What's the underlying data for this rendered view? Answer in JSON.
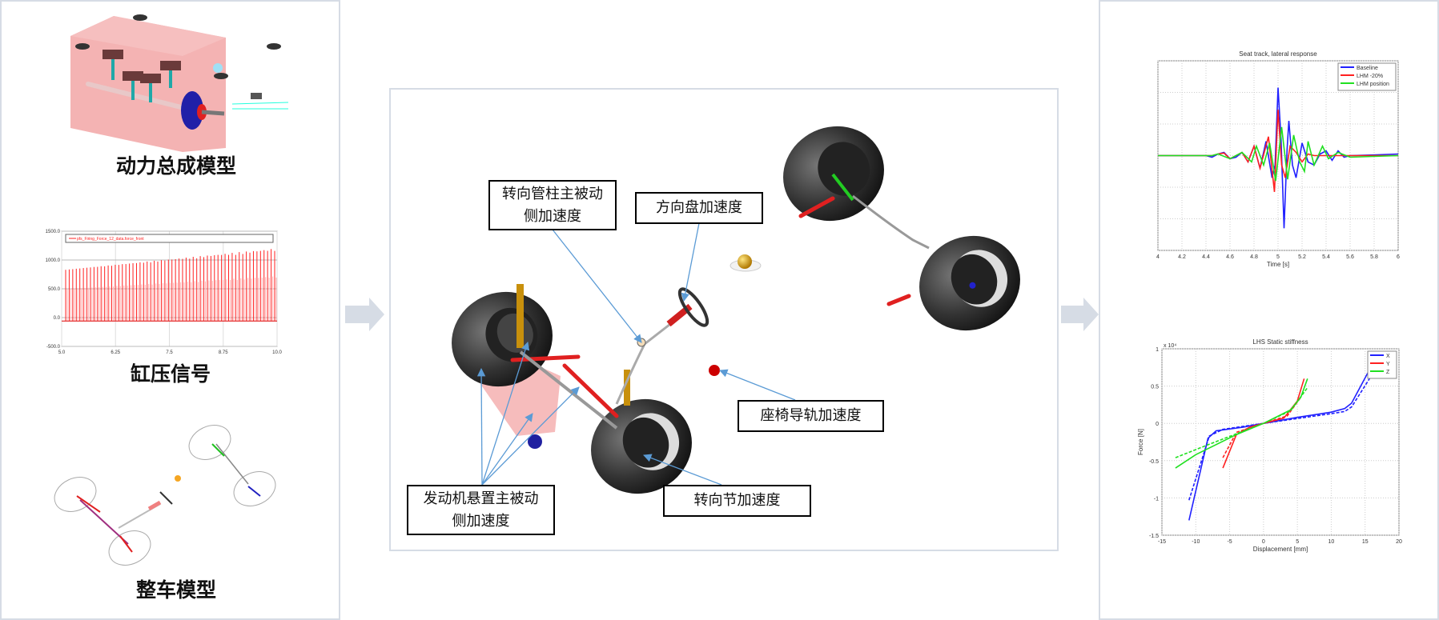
{
  "left_panel": {
    "powertrain_title": "动力总成模型",
    "cylinder_title": "缸压信号",
    "vehicle_title": "整车模型"
  },
  "center_panel": {
    "callouts": {
      "steering_column": "转向管柱主被动侧加速度",
      "steering_wheel": "方向盘加速度",
      "seat_rail": "座椅导轨加速度",
      "knuckle": "转向节加速度",
      "engine_mount": "发动机悬置主被动侧加速度"
    }
  },
  "colors": {
    "arrow": "#5b9bd5",
    "panel_border": "#d6dce5",
    "flow_arrow": "#d6dce5"
  },
  "chart_data": [
    {
      "id": "cylinder",
      "type": "line",
      "title": "",
      "legend": [
        "pfs_Firing_Force_12_data.force_front"
      ],
      "xlim": [
        5,
        10
      ],
      "ylim": [
        -500,
        1500
      ],
      "xticks": [
        "5.0",
        "6.25",
        "7.5",
        "8.75",
        "10.0"
      ],
      "yticks": [
        "1500.0",
        "1000.0",
        "500.0",
        "0.0",
        "-500.0"
      ],
      "spike_count": 60,
      "peak_start": 830,
      "peak_end": 1200,
      "baseline": -60
    },
    {
      "id": "seat_track",
      "type": "line",
      "title": "Seat track, lateral response",
      "xlabel": "Time [s]",
      "ylabel": "",
      "xlim": [
        4,
        6
      ],
      "ylim": [
        -3,
        3
      ],
      "xticks": [
        "4",
        "4.2",
        "4.4",
        "4.6",
        "4.8",
        "5",
        "5.2",
        "5.4",
        "5.6",
        "5.8",
        "6"
      ],
      "legend_position": "top-right",
      "series": [
        {
          "name": "Baseline",
          "color": "#2020ff",
          "points": [
            [
              4,
              0
            ],
            [
              4.4,
              0
            ],
            [
              4.45,
              -0.05
            ],
            [
              4.5,
              0.05
            ],
            [
              4.55,
              0.1
            ],
            [
              4.6,
              -0.1
            ],
            [
              4.65,
              -0.05
            ],
            [
              4.7,
              0.1
            ],
            [
              4.75,
              -0.2
            ],
            [
              4.8,
              0.3
            ],
            [
              4.85,
              -0.4
            ],
            [
              4.9,
              0.45
            ],
            [
              4.95,
              -0.7
            ],
            [
              4.975,
              -0.3
            ],
            [
              5.0,
              2.15
            ],
            [
              5.025,
              0.5
            ],
            [
              5.05,
              -2.3
            ],
            [
              5.075,
              0.2
            ],
            [
              5.09,
              1.1
            ],
            [
              5.12,
              -0.3
            ],
            [
              5.15,
              -0.7
            ],
            [
              5.2,
              0.4
            ],
            [
              5.25,
              -0.2
            ],
            [
              5.3,
              -0.3
            ],
            [
              5.35,
              0.05
            ],
            [
              5.4,
              0.15
            ],
            [
              5.45,
              -0.15
            ],
            [
              5.5,
              0.15
            ],
            [
              5.55,
              -0.05
            ],
            [
              5.6,
              0
            ],
            [
              5.8,
              0.02
            ],
            [
              6,
              0.05
            ]
          ]
        },
        {
          "name": "LHM -20%",
          "color": "#ff2020",
          "points": [
            [
              4,
              0
            ],
            [
              4.45,
              0
            ],
            [
              4.5,
              0.05
            ],
            [
              4.55,
              0.08
            ],
            [
              4.6,
              -0.1
            ],
            [
              4.7,
              0.1
            ],
            [
              4.75,
              -0.2
            ],
            [
              4.8,
              0.3
            ],
            [
              4.85,
              -0.4
            ],
            [
              4.92,
              0.6
            ],
            [
              4.97,
              -1.15
            ],
            [
              5.0,
              1.45
            ],
            [
              5.03,
              -0.3
            ],
            [
              5.06,
              -0.7
            ],
            [
              5.1,
              0.3
            ],
            [
              5.15,
              0.1
            ],
            [
              5.2,
              -0.2
            ],
            [
              5.25,
              0.05
            ],
            [
              5.3,
              0
            ],
            [
              5.5,
              0
            ],
            [
              6,
              0
            ]
          ]
        },
        {
          "name": "LHM position",
          "color": "#20e020",
          "points": [
            [
              4,
              0
            ],
            [
              4.45,
              0
            ],
            [
              4.5,
              0.05
            ],
            [
              4.6,
              -0.1
            ],
            [
              4.7,
              0.1
            ],
            [
              4.78,
              -0.2
            ],
            [
              4.82,
              0.3
            ],
            [
              4.88,
              -0.3
            ],
            [
              4.93,
              0.4
            ],
            [
              4.98,
              -0.8
            ],
            [
              5.03,
              0.9
            ],
            [
              5.08,
              -0.75
            ],
            [
              5.13,
              0.65
            ],
            [
              5.18,
              -0.2
            ],
            [
              5.22,
              -0.5
            ],
            [
              5.25,
              0.45
            ],
            [
              5.3,
              -0.3
            ],
            [
              5.37,
              0.3
            ],
            [
              5.42,
              -0.1
            ],
            [
              5.5,
              0.1
            ],
            [
              5.6,
              -0.05
            ],
            [
              6,
              0
            ]
          ]
        }
      ]
    },
    {
      "id": "static_stiffness",
      "type": "line",
      "title": "LHS Static stiffness",
      "xlabel": "Displacement [mm]",
      "ylabel": "Force [N]",
      "y_multiplier": "x 10⁴",
      "xlim": [
        -15,
        20
      ],
      "ylim": [
        -1.5,
        1
      ],
      "xticks": [
        "-15",
        "-10",
        "-5",
        "0",
        "5",
        "10",
        "15",
        "20"
      ],
      "yticks": [
        "1",
        "0.5",
        "0",
        "-0.5",
        "-1",
        "-1.5"
      ],
      "legend_position": "top-right",
      "series": [
        {
          "name": "X",
          "color": "#2020ff",
          "dashed": false,
          "points": [
            [
              -11,
              -1.3
            ],
            [
              -8.2,
              -0.2
            ],
            [
              -7,
              -0.1
            ],
            [
              -3,
              -0.05
            ],
            [
              0,
              0
            ],
            [
              5,
              0.08
            ],
            [
              10,
              0.15
            ],
            [
              12,
              0.2
            ],
            [
              13,
              0.27
            ],
            [
              16,
              0.78
            ]
          ]
        },
        {
          "name": "X (dashed)",
          "color": "#2020ff",
          "dashed": true,
          "points": [
            [
              -11,
              -1.03
            ],
            [
              -8,
              -0.17
            ],
            [
              -6,
              -0.08
            ],
            [
              0,
              0
            ],
            [
              10,
              0.13
            ],
            [
              12,
              0.16
            ],
            [
              13,
              0.22
            ],
            [
              16,
              0.65
            ]
          ]
        },
        {
          "name": "Y",
          "color": "#ff2020",
          "dashed": false,
          "points": [
            [
              -6,
              -0.6
            ],
            [
              -4,
              -0.15
            ],
            [
              -2,
              -0.05
            ],
            [
              0,
              0
            ],
            [
              3,
              0.07
            ],
            [
              5,
              0.3
            ],
            [
              6,
              0.6
            ]
          ]
        },
        {
          "name": "Y (dashed)",
          "color": "#ff2020",
          "dashed": true,
          "points": [
            [
              -6,
              -0.46
            ],
            [
              -4,
              -0.12
            ],
            [
              0,
              0
            ],
            [
              3.5,
              0.1
            ],
            [
              5.5,
              0.35
            ]
          ]
        },
        {
          "name": "Z",
          "color": "#20e020",
          "dashed": false,
          "points": [
            [
              -13,
              -0.6
            ],
            [
              -10,
              -0.42
            ],
            [
              -4,
              -0.15
            ],
            [
              0,
              0
            ],
            [
              4,
              0.18
            ],
            [
              5.5,
              0.35
            ],
            [
              6.5,
              0.6
            ]
          ]
        },
        {
          "name": "Z (dashed)",
          "color": "#20e020",
          "dashed": true,
          "points": [
            [
              -13,
              -0.46
            ],
            [
              -8,
              -0.28
            ],
            [
              0,
              0
            ],
            [
              4,
              0.17
            ],
            [
              6.5,
              0.48
            ]
          ]
        }
      ]
    }
  ]
}
